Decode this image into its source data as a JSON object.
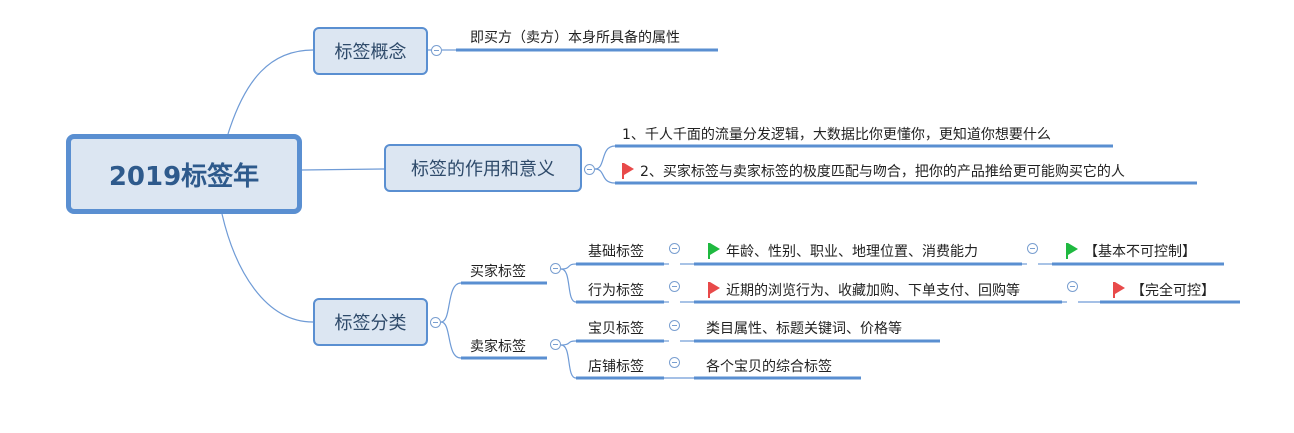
{
  "root": {
    "label": "2019标签年"
  },
  "branches": [
    {
      "label": "标签概念",
      "children": [
        {
          "label": "即买方（卖方）本身所具备的属性"
        }
      ]
    },
    {
      "label": "标签的作用和意义",
      "children": [
        {
          "label": "1、千人千面的流量分发逻辑，大数据比你更懂你，更知道你想要什么"
        },
        {
          "label": "2、买家标签与卖家标签的极度匹配与吻合，把你的产品推给更可能购买它的人",
          "flag": "red"
        }
      ]
    },
    {
      "label": "标签分类",
      "children": [
        {
          "label": "买家标签",
          "children": [
            {
              "label": "基础标签",
              "detail": "年龄、性别、职业、地理位置、消费能力",
              "detail_flag": "green",
              "note": "【基本不可控制】",
              "note_flag": "green"
            },
            {
              "label": "行为标签",
              "detail": "近期的浏览行为、收藏加购、下单支付、回购等",
              "detail_flag": "red",
              "note": "【完全可控】",
              "note_flag": "red"
            }
          ]
        },
        {
          "label": "卖家标签",
          "children": [
            {
              "label": "宝贝标签",
              "detail": "类目属性、标题关键词、价格等"
            },
            {
              "label": "店铺标签",
              "detail": "各个宝贝的综合标签"
            }
          ]
        }
      ]
    }
  ],
  "colors": {
    "line": "#5a8fd1",
    "node_fill": "#dce6f2",
    "flag_green": "#1fb940",
    "flag_red": "#e84a4a"
  }
}
